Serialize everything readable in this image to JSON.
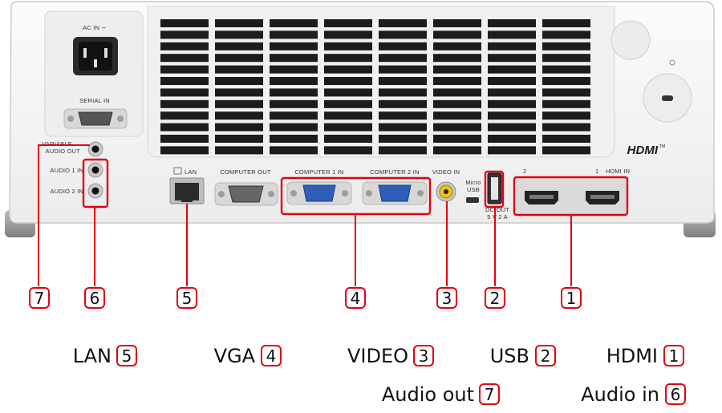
{
  "panel": {
    "ac_in_label": "AC IN ∼",
    "serial_in_label": "SERIAL IN",
    "variable_audio_out_label_1": "VARIABLE",
    "variable_audio_out_label_2": "AUDIO OUT",
    "audio1_in_label": "AUDIO 1 IN",
    "audio2_in_label": "AUDIO 2 IN",
    "lan_label": "LAN",
    "computer_out_label": "COMPUTER OUT",
    "computer1_in_label": "COMPUTER 1 IN",
    "computer2_in_label": "COMPUTER 2 IN",
    "video_in_label": "VIDEO IN",
    "micro_usb_label_1": "Micro",
    "micro_usb_label_2": "USB",
    "dc_out_label_1": "DC OUT",
    "dc_out_label_2": "5 V 2 A",
    "hdmi2_label": "2",
    "hdmi1_label": "1",
    "hdmi_in_label": "HDMI IN",
    "hdmi_logo": "HDMI",
    "hdmi_tm": "TM"
  },
  "callouts": [
    {
      "id": "callout-7",
      "number": "7"
    },
    {
      "id": "callout-6",
      "number": "6"
    },
    {
      "id": "callout-5",
      "number": "5"
    },
    {
      "id": "callout-4",
      "number": "4"
    },
    {
      "id": "callout-3",
      "number": "3"
    },
    {
      "id": "callout-2",
      "number": "2"
    },
    {
      "id": "callout-1",
      "number": "1"
    }
  ],
  "legend": [
    {
      "name": "legend-lan",
      "text": "LAN",
      "number": "5"
    },
    {
      "name": "legend-vga",
      "text": "VGA",
      "number": "4"
    },
    {
      "name": "legend-video",
      "text": "VIDEO",
      "number": "3"
    },
    {
      "name": "legend-usb",
      "text": "USB",
      "number": "2"
    },
    {
      "name": "legend-hdmi",
      "text": "HDMI",
      "number": "1"
    },
    {
      "name": "legend-audio-out",
      "text": "Audio out",
      "number": "7"
    },
    {
      "name": "legend-audio-in",
      "text": "Audio in",
      "number": "6"
    }
  ],
  "colors": {
    "highlight": "#e3000f",
    "body": "#f4f4f4",
    "vent": "#1c1c1c",
    "vga_blue": "#2d5fb8",
    "video_yellow": "#e8c21a"
  }
}
